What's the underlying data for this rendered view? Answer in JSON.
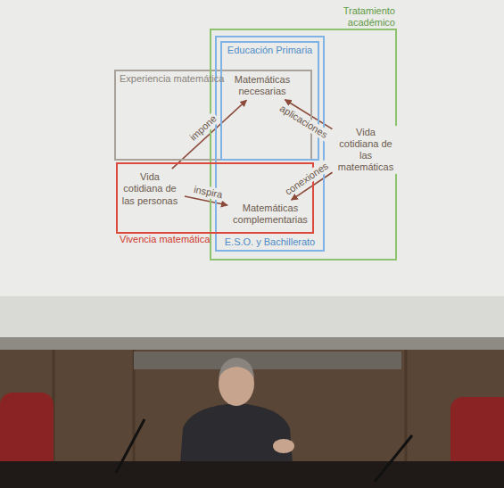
{
  "diagram": {
    "nodes": [
      {
        "text": [
          "Experiencia matemática"
        ]
      },
      {
        "text": [
          "Tratamiento académico"
        ]
      },
      {
        "text": [
          "E.S.O. y Bachillerato"
        ],
        "in": 1
      },
      {
        "text": [
          "Educación Primaria"
        ],
        "in": 2
      },
      {
        "text": [
          "Matemáticas necesarias"
        ],
        "in": 3
      },
      {
        "text": [
          "Vivencia matemática"
        ]
      },
      {
        "text": [
          "Vida cotidiana de las personas"
        ],
        "in": 5
      },
      {
        "text": [
          "Matemáticas complementarias"
        ],
        "in": 2
      },
      {
        "text": [
          "Vida cotidiana de las matemáticas"
        ],
        "in": 1
      }
    ],
    "edges": [
      {
        "from": 6,
        "to": 4,
        "label": "impone",
        "arrow": "to"
      },
      {
        "from": 6,
        "to": 7,
        "label": "inspira",
        "arrow": "to"
      },
      {
        "from": 8,
        "to": 4,
        "label": "aplicaciones",
        "arrow": "to"
      },
      {
        "from": 8,
        "to": 7,
        "label": "conexiones",
        "arrow": "to"
      }
    ]
  }
}
